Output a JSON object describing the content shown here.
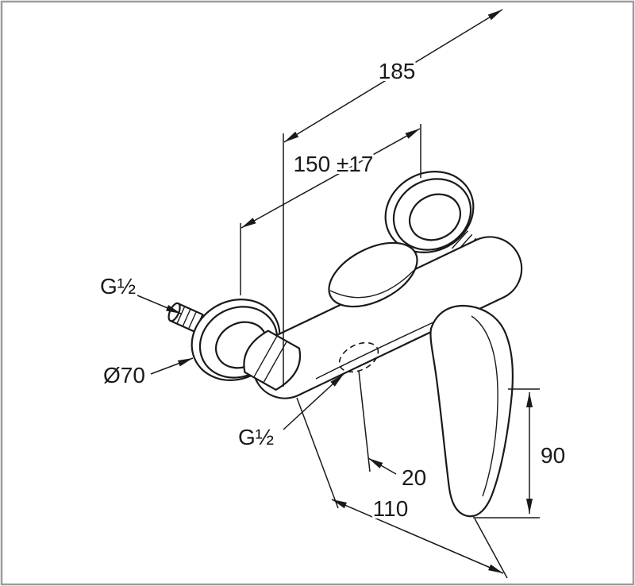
{
  "meta": {
    "drawing_type": "technical dimension drawing",
    "subject": "wall-mounted single-lever shower mixer",
    "background_color": "#ffffff",
    "line_color": "#1a1a1a",
    "frame_color": "#9d9d9d"
  },
  "annotations": {
    "overall_width": "185",
    "connection_distance": "150 ±17",
    "inlet_thread": "G½",
    "flange_diameter": "Ø70",
    "outlet_thread": "G½",
    "outlet_offset": "20",
    "handle_height": "90",
    "handle_depth": "110"
  }
}
